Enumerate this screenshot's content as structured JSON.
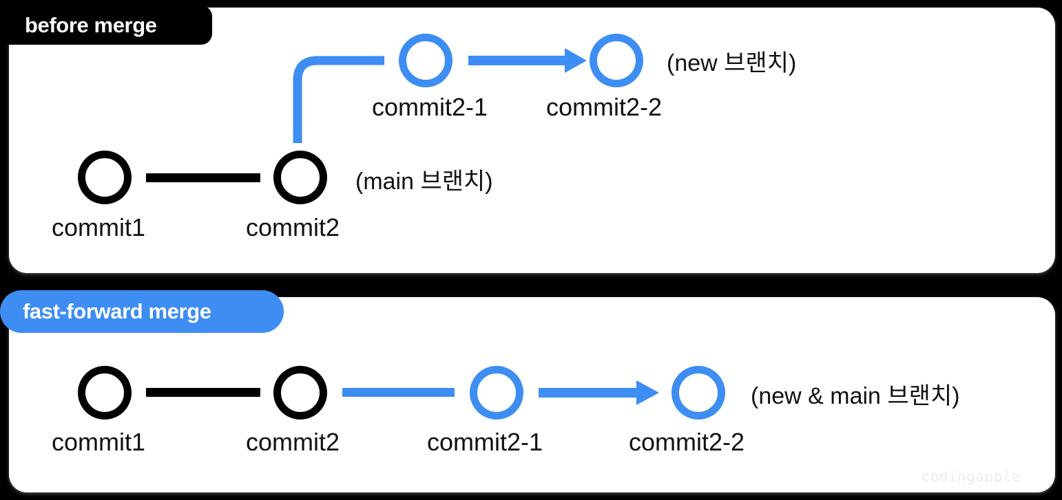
{
  "colors": {
    "background": "#000000",
    "card": "#ffffff",
    "accent_blue": "#3d8df2",
    "main_black": "#000000",
    "text": "#111111",
    "watermark": "#eceded"
  },
  "panels": [
    {
      "id": "before-merge",
      "tag_label": "before merge",
      "tag_style": "black",
      "branches": [
        {
          "name": "new",
          "label": "(new 브랜치)",
          "color": "#3d8df2",
          "commits": [
            "commit2-1",
            "commit2-2"
          ]
        },
        {
          "name": "main",
          "label": "(main 브랜치)",
          "color": "#000000",
          "commits": [
            "commit1",
            "commit2"
          ]
        }
      ],
      "nodes": [
        {
          "label": "commit1",
          "color": "black"
        },
        {
          "label": "commit2",
          "color": "black"
        },
        {
          "label": "commit2-1",
          "color": "blue"
        },
        {
          "label": "commit2-2",
          "color": "blue"
        }
      ],
      "annotations": [
        "(new 브랜치)",
        "(main 브랜치)"
      ]
    },
    {
      "id": "fast-forward-merge",
      "tag_label": "fast-forward merge",
      "tag_style": "blue",
      "branches": [
        {
          "name": "new & main",
          "label": "(new & main 브랜치)",
          "color": "#3d8df2",
          "commits": [
            "commit1",
            "commit2",
            "commit2-1",
            "commit2-2"
          ]
        }
      ],
      "nodes": [
        {
          "label": "commit1",
          "color": "black"
        },
        {
          "label": "commit2",
          "color": "black"
        },
        {
          "label": "commit2-1",
          "color": "blue"
        },
        {
          "label": "commit2-2",
          "color": "blue"
        }
      ],
      "annotations": [
        "(new & main 브랜치)"
      ]
    }
  ],
  "before": {
    "tag": "before merge",
    "commit1": "commit1",
    "commit2": "commit2",
    "commit2_1": "commit2-1",
    "commit2_2": "commit2-2",
    "new_branch_label": "(new 브랜치)",
    "main_branch_label": "(main 브랜치)"
  },
  "fastforward": {
    "tag": "fast-forward merge",
    "commit1": "commit1",
    "commit2": "commit2",
    "commit2_1": "commit2-1",
    "commit2_2": "commit2-2",
    "merged_branch_label": "(new & main 브랜치)"
  },
  "watermark": "codingapple"
}
